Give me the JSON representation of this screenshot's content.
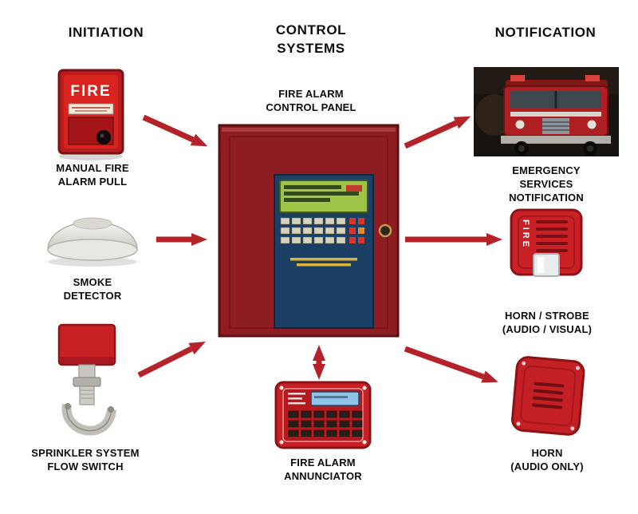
{
  "columns": {
    "initiation": {
      "title": "INITIATION"
    },
    "control": {
      "title": "CONTROL\nSYSTEMS"
    },
    "notification": {
      "title": "NOTIFICATION"
    }
  },
  "devices": {
    "pull_station": {
      "label": "MANUAL FIRE\nALARM PULL",
      "face_text": "FIRE"
    },
    "smoke_detector": {
      "label": "SMOKE\nDETECTOR"
    },
    "flow_switch": {
      "label": "SPRINKLER SYSTEM\nFLOW SWITCH"
    },
    "control_panel": {
      "label": "FIRE ALARM\nCONTROL PANEL"
    },
    "annunciator": {
      "label": "FIRE ALARM\nANNUNCIATOR"
    },
    "emergency_services": {
      "label": "EMERGENCY\nSERVICES\nNOTIFICATION"
    },
    "horn_strobe": {
      "label": "HORN / STROBE\n(AUDIO / VISUAL)",
      "side_text": "FIRE"
    },
    "horn": {
      "label": "HORN\n(AUDIO ONLY)"
    }
  },
  "colors": {
    "arrow_red": "#b5232a",
    "device_red": "#cb2026",
    "cabinet_red": "#8e1d22",
    "door_blue": "#1b3f63",
    "lcd_green": "#9fc445"
  }
}
